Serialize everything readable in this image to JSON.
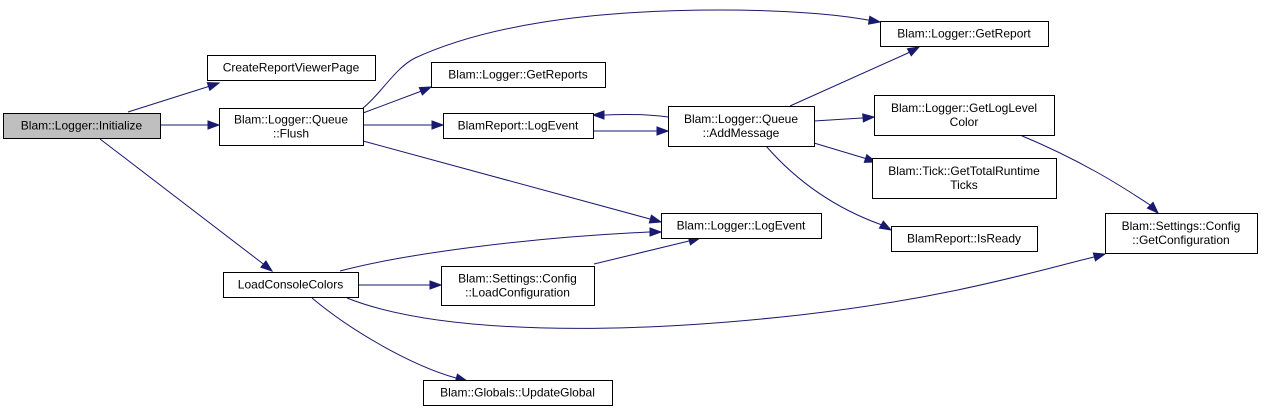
{
  "colors": {
    "edge": "#191970",
    "node_border": "#000000",
    "root_fill": "#bfbfbf",
    "node_fill": "#ffffff"
  },
  "nodes": {
    "initialize": {
      "lines": [
        "Blam::Logger::Initialize"
      ],
      "root": true
    },
    "create_report_viewer_page": {
      "lines": [
        "CreateReportViewerPage"
      ]
    },
    "queue_flush": {
      "lines": [
        "Blam::Logger::Queue",
        "::Flush"
      ]
    },
    "load_console_colors": {
      "lines": [
        "LoadConsoleColors"
      ]
    },
    "get_reports": {
      "lines": [
        "Blam::Logger::GetReports"
      ]
    },
    "blamreport_log_event": {
      "lines": [
        "BlamReport::LogEvent"
      ]
    },
    "settings_load_configuration": {
      "lines": [
        "Blam::Settings::Config",
        "::LoadConfiguration"
      ]
    },
    "globals_update_global": {
      "lines": [
        "Blam::Globals::UpdateGlobal"
      ]
    },
    "get_report": {
      "lines": [
        "Blam::Logger::GetReport"
      ]
    },
    "queue_add_message": {
      "lines": [
        "Blam::Logger::Queue",
        "::AddMessage"
      ]
    },
    "logger_log_event": {
      "lines": [
        "Blam::Logger::LogEvent"
      ]
    },
    "get_log_level_color": {
      "lines": [
        "Blam::Logger::GetLogLevel",
        "Color"
      ]
    },
    "tick_get_total_runtime_ticks": {
      "lines": [
        "Blam::Tick::GetTotalRuntime",
        "Ticks"
      ]
    },
    "blamreport_is_ready": {
      "lines": [
        "BlamReport::IsReady"
      ]
    },
    "settings_get_configuration": {
      "lines": [
        "Blam::Settings::Config",
        "::GetConfiguration"
      ]
    }
  },
  "edges": [
    {
      "from": "initialize",
      "to": "create_report_viewer_page"
    },
    {
      "from": "initialize",
      "to": "queue_flush"
    },
    {
      "from": "initialize",
      "to": "load_console_colors"
    },
    {
      "from": "queue_flush",
      "to": "get_report"
    },
    {
      "from": "queue_flush",
      "to": "get_reports"
    },
    {
      "from": "queue_flush",
      "to": "blamreport_log_event"
    },
    {
      "from": "queue_flush",
      "to": "logger_log_event"
    },
    {
      "from": "blamreport_log_event",
      "to": "queue_add_message"
    },
    {
      "from": "queue_add_message",
      "to": "blamreport_log_event"
    },
    {
      "from": "queue_add_message",
      "to": "get_report"
    },
    {
      "from": "queue_add_message",
      "to": "get_log_level_color"
    },
    {
      "from": "queue_add_message",
      "to": "tick_get_total_runtime_ticks"
    },
    {
      "from": "queue_add_message",
      "to": "blamreport_is_ready"
    },
    {
      "from": "get_log_level_color",
      "to": "settings_get_configuration"
    },
    {
      "from": "load_console_colors",
      "to": "logger_log_event"
    },
    {
      "from": "load_console_colors",
      "to": "settings_load_configuration"
    },
    {
      "from": "load_console_colors",
      "to": "settings_get_configuration"
    },
    {
      "from": "load_console_colors",
      "to": "globals_update_global"
    },
    {
      "from": "settings_load_configuration",
      "to": "logger_log_event"
    }
  ]
}
